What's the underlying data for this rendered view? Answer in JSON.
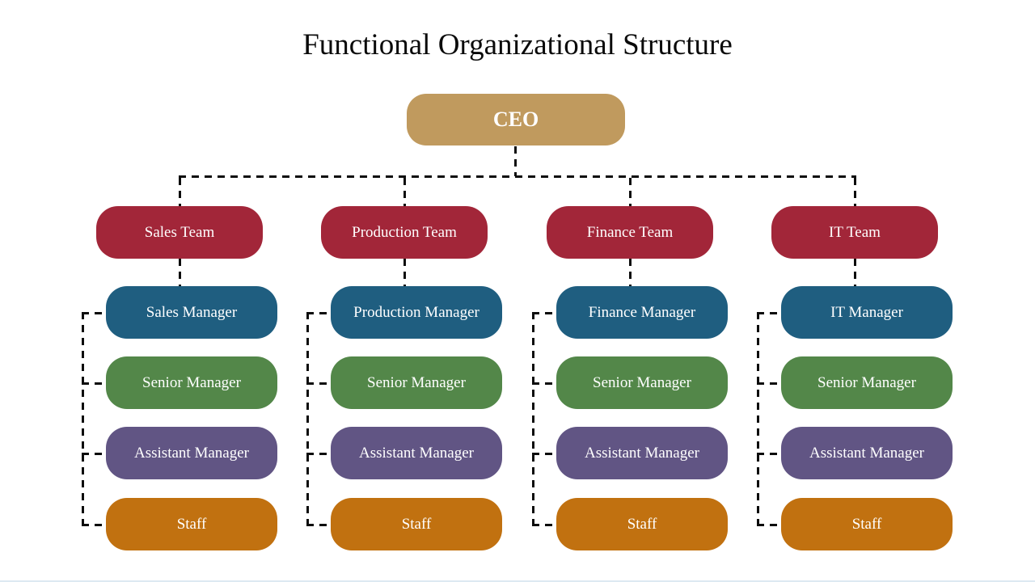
{
  "title": "Functional Organizational Structure",
  "colors": {
    "bg": "#FFFFFF",
    "ceo": "#C09A5E",
    "team": "#A22639",
    "manager": "#1F5E80",
    "senior": "#538749",
    "assistant": "#615584",
    "staff": "#C17110",
    "line": "#0D0D0D",
    "footer": "#CBDDEB"
  },
  "ceo": {
    "label": "CEO"
  },
  "columns": [
    {
      "team": "Sales Team",
      "roles": [
        "Sales Manager",
        "Senior Manager",
        "Assistant Manager",
        "Staff"
      ]
    },
    {
      "team": "Production Team",
      "roles": [
        "Production Manager",
        "Senior Manager",
        "Assistant Manager",
        "Staff"
      ]
    },
    {
      "team": "Finance Team",
      "roles": [
        "Finance Manager",
        "Senior Manager",
        "Assistant Manager",
        "Staff"
      ]
    },
    {
      "team": "IT Team",
      "roles": [
        "IT Manager",
        "Senior Manager",
        "Assistant Manager",
        "Staff"
      ]
    }
  ]
}
